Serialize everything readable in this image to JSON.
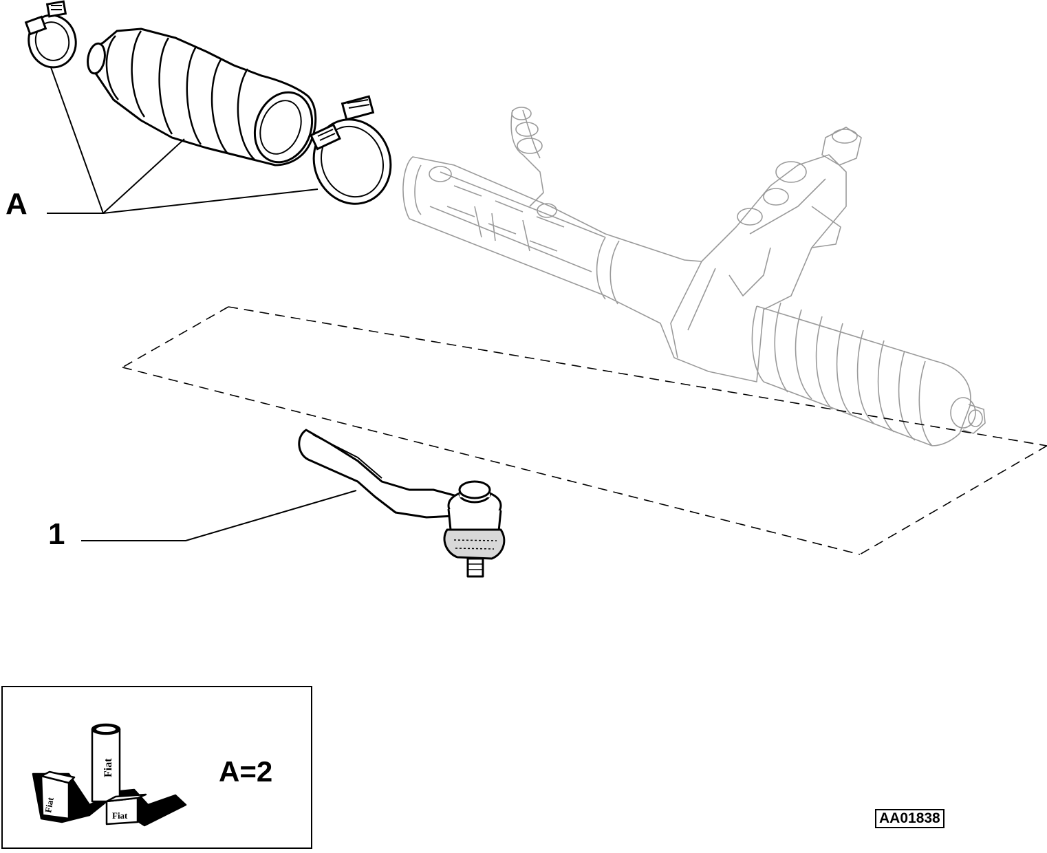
{
  "labels": {
    "group_a": "A",
    "part_1": "1"
  },
  "kit": {
    "quantity_text": "A=2",
    "brand_text": "Fiat"
  },
  "reference_code": "AA01838",
  "colors": {
    "line": "#000000",
    "ghost_line": "#9a9a9a",
    "background": "#ffffff"
  }
}
